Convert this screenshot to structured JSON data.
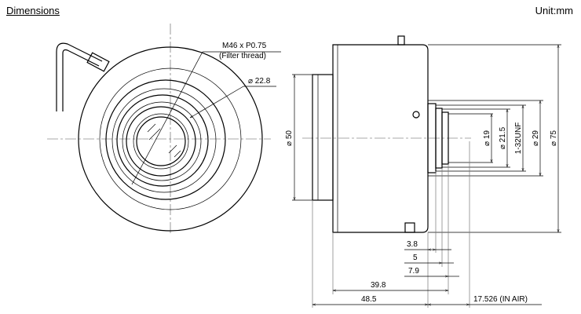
{
  "header": {
    "title": "Dimensions",
    "unit": "Unit:mm"
  },
  "front_view": {
    "thread_label": "M46 x P0.75",
    "thread_note": "(Filter thread)",
    "diameter_22_8": "⌀ 22.8"
  },
  "side_view": {
    "d50": "⌀ 50",
    "d19": "⌀ 19",
    "d21_5": "⌀ 21.5",
    "mount": "1-32UNF",
    "d29": "⌀ 29",
    "d75": "⌀ 75",
    "len_3_8": "3.8",
    "len_5": "5",
    "len_7_9": "7.9",
    "len_39_8": "39.8",
    "len_48_5": "48.5",
    "flange": "17.526 (IN AIR)"
  }
}
